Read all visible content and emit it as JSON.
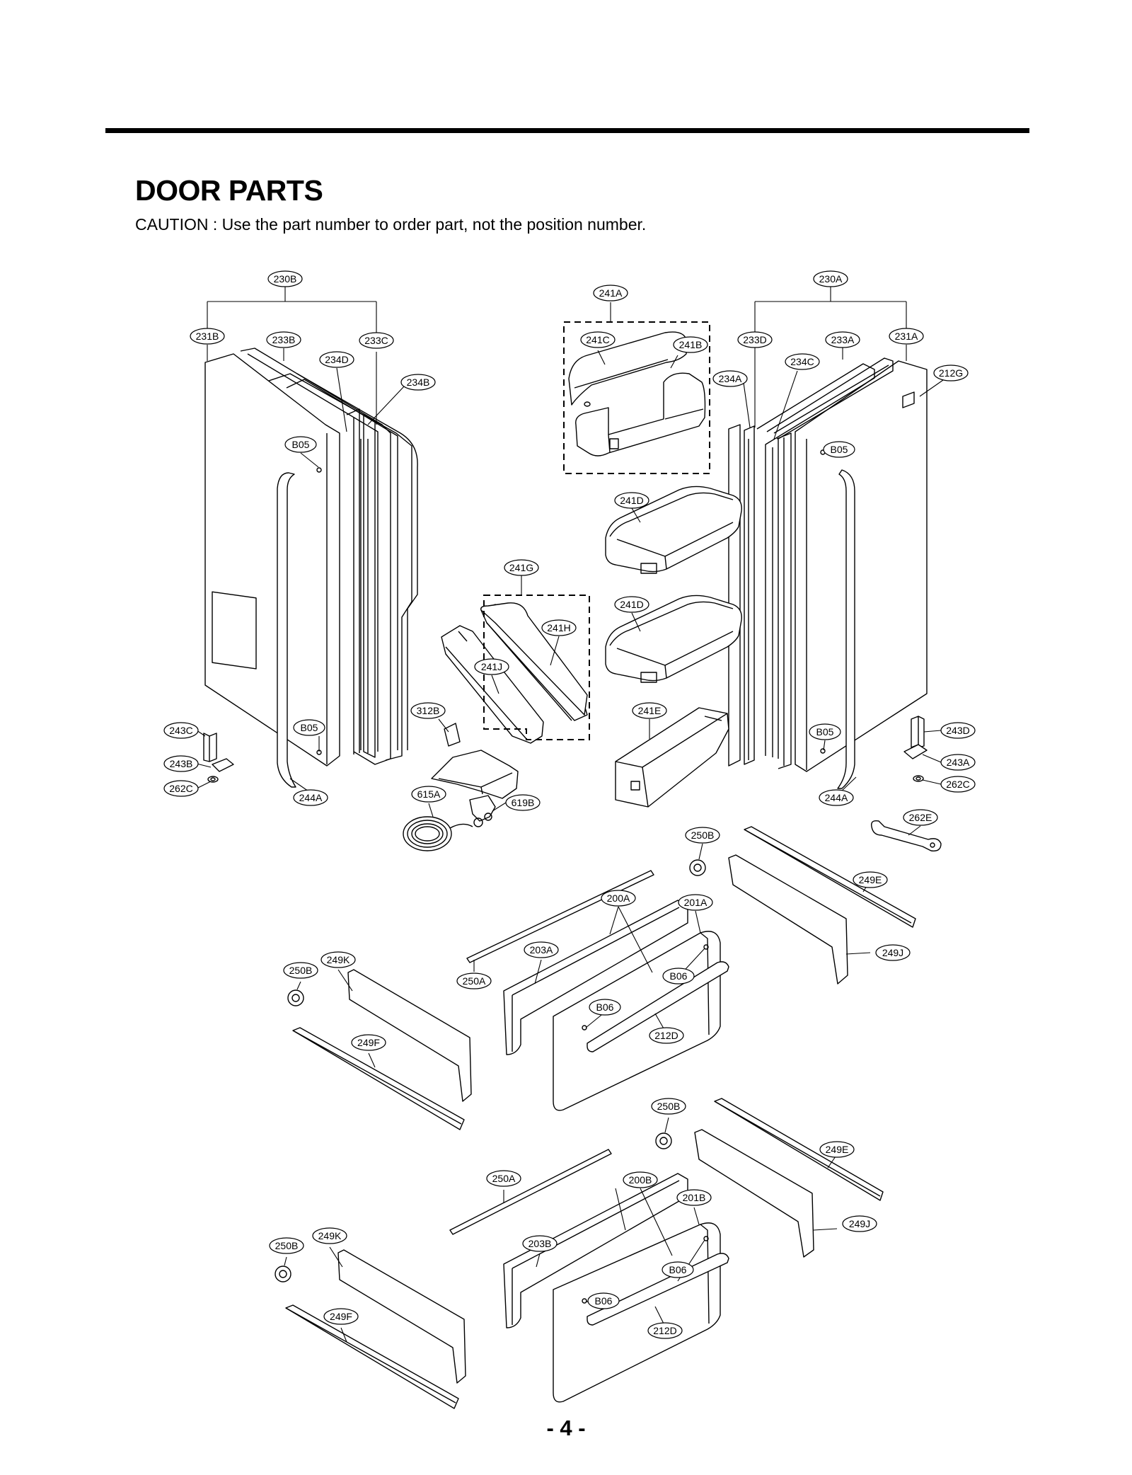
{
  "page": {
    "title": "DOOR PARTS",
    "caution": "CAUTION : Use the part number to order part, not the position number.",
    "page_number": "- 4 -"
  },
  "parts": {
    "p230B": "230B",
    "p230A": "230A",
    "p241A": "241A",
    "p231B": "231B",
    "p233B": "233B",
    "p233C": "233C",
    "p234D": "234D",
    "p234B": "234B",
    "p241C": "241C",
    "p241B": "241B",
    "p233D": "233D",
    "p233A": "233A",
    "p231A": "231A",
    "p234C": "234C",
    "p234A": "234A",
    "p212G": "212G",
    "pB05a": "B05",
    "pB05b": "B05",
    "pB05c": "B05",
    "pB05d": "B05",
    "p241D1": "241D",
    "p241D2": "241D",
    "p241G": "241G",
    "p241H": "241H",
    "p241J": "241J",
    "p312B": "312B",
    "p241E": "241E",
    "p243C": "243C",
    "p243B": "243B",
    "p262C1": "262C",
    "p244A1": "244A",
    "p243D": "243D",
    "p243A": "243A",
    "p262C2": "262C",
    "p244A2": "244A",
    "p615A": "615A",
    "p619B": "619B",
    "p262E": "262E",
    "p250B1": "250B",
    "p249E1": "249E",
    "p200A": "200A",
    "p201A": "201A",
    "p249J1": "249J",
    "p250B2": "250B",
    "p249K1": "249K",
    "p203A": "203A",
    "p250A1": "250A",
    "p249F1": "249F",
    "pB06a": "B06",
    "pB06b": "B06",
    "p212D1": "212D",
    "p250B3": "250B",
    "p249E2": "249E",
    "p250A2": "250A",
    "p200B": "200B",
    "p201B": "201B",
    "p249J2": "249J",
    "p250B4": "250B",
    "p249K2": "249K",
    "p203B": "203B",
    "p249F2": "249F",
    "pB06c": "B06",
    "pB06d": "B06",
    "p212D2": "212D"
  }
}
